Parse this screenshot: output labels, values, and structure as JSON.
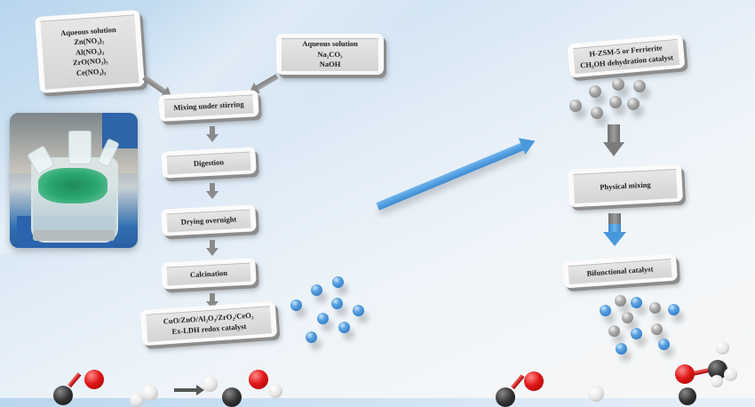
{
  "diagram": {
    "left_inputs": {
      "metal_salts": {
        "title": "Aqueous solution",
        "lines": [
          "Zn(NO₃)₂",
          "Al(NO₃)₃",
          "ZrO(NO₃)₂",
          "Ce(NO₃)₃"
        ]
      },
      "precipitant": {
        "title": "Aqueous solution",
        "lines": [
          "Na₂CO₃",
          "NaOH"
        ]
      }
    },
    "synthesis_steps": [
      {
        "label": "Mixing under stirring"
      },
      {
        "label": "Digestion"
      },
      {
        "label": "Drying overnight"
      },
      {
        "label": "Calcination"
      }
    ],
    "redox_catalyst": {
      "line1": "CuO/ZnO/Al₂O₃/ZrO₂/CeO₂",
      "line2": "Ex-LDH redox catalyst"
    },
    "dehydration_catalyst": {
      "line1": "H-ZSM-5 or Ferrierite",
      "line2": "CH₃OH dehydration catalyst"
    },
    "right_steps": [
      {
        "label": "Physical mixing"
      },
      {
        "label": "Bifunctional catalyst"
      }
    ],
    "photo": {
      "subject": "jacketed-reactor-with-green-precipitate"
    },
    "colors": {
      "redox_particle": "#3d8bd4",
      "acid_particle": "#8f8f8f",
      "flow_arrow": "#4a98dc",
      "step_arrow": "#8a8a8a",
      "oxygen": "#e01818",
      "carbon": "#2b2b2b",
      "hydrogen": "#ececec"
    },
    "molecules": {
      "left": [
        "CO",
        "H2",
        "CH3OH"
      ],
      "right": [
        "CO",
        "H2",
        "CH3OCH3"
      ]
    }
  }
}
